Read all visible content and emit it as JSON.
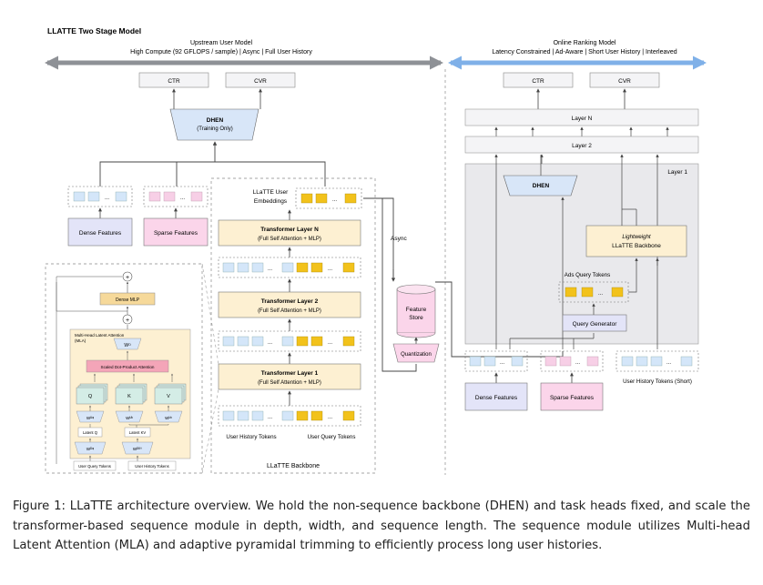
{
  "title": "LLATTE Two Stage Model",
  "upstream": {
    "heading": "Upstream User Model",
    "subheading": "High Compute (92 GFLOPS / sample) | Async | Full User History",
    "ctr": "CTR",
    "cvr": "CVR",
    "dhen_line1": "DHEN",
    "dhen_line2": "(Training Only)",
    "dense_features": "Dense Features",
    "sparse_features": "Sparse Features",
    "user_embeddings_line1": "LLaTTE User",
    "user_embeddings_line2": "Embeddings",
    "layer_n_line1": "Transformer Layer N",
    "layer_n_line2": "(Full Self Attention + MLP)",
    "layer_2_line1": "Transformer Layer 2",
    "layer_2_line2": "(Full Self Attention + MLP)",
    "layer_1_line1": "Transformer Layer 1",
    "layer_1_line2": "(Full Self Attention + MLP)",
    "user_history_tokens": "User History Tokens",
    "user_query_tokens": "User Query Tokens",
    "backbone_label": "LLaTTE Backbone",
    "async": "Async",
    "feature_store_line1": "Feature",
    "feature_store_line2": "Store",
    "quantization": "Quantization",
    "dots": "..."
  },
  "mla": {
    "dense_mlp": "Dense MLP",
    "mla_title_line1": "Multi-Head Latent Attention",
    "mla_title_line2": "(MLA)",
    "w_o": "Wᴼ",
    "sdpa": "Scaled Dot-Product Attention",
    "q": "Q",
    "k": "K",
    "v": "V",
    "w_uq": "Wᵁᵠ",
    "w_uk": "Wᵁᵏ",
    "w_uv": "Wᵁᵛ",
    "latent_q": "Latent Q",
    "latent_kv": "Latent KV",
    "w_dq": "Wᴰᵠ",
    "w_dkv": "Wᴰᴷⱽ",
    "user_query_tokens": "User Query Tokens",
    "user_history_tokens": "User History Tokens",
    "plus": "+"
  },
  "online": {
    "heading": "Online Ranking Model",
    "subheading": "Latency Constrained | Ad-Aware | Short User History | Interleaved",
    "ctr": "CTR",
    "cvr": "CVR",
    "layer_n": "Layer N",
    "layer_2": "Layer 2",
    "layer_1": "Layer 1",
    "dhen": "DHEN",
    "lightweight": "Lightweight",
    "llatte_backbone": "LLaTTE Backbone",
    "ads_query_tokens": "Ads Query Tokens",
    "query_generator": "Query Generator",
    "dense_features": "Dense Features",
    "sparse_features": "Sparse Features",
    "user_history_short": "User History Tokens (Short)"
  },
  "caption": "Figure 1: LLaTTE architecture overview. We hold the non-sequence backbone (DHEN) and task heads fixed, and scale the transformer-based sequence module in depth, width, and sequence length. The sequence module utilizes Multi-head Latent Attention (MLA) and adaptive pyramidal trimming to efficiently process long user histories.",
  "colors": {
    "blue_token": "#d4e6f9",
    "yellow_token": "#f2c21b",
    "pink_token": "#f7cfe6",
    "cream_box": "#fdf0d2",
    "lavender_box": "#e3e4f8",
    "pink_box": "#fbd5ea",
    "gray_panel": "#e9e9ec",
    "green_box": "#d4ede6",
    "online_arrow": "#7fb0e8",
    "upstream_arrow": "#8e9196"
  }
}
